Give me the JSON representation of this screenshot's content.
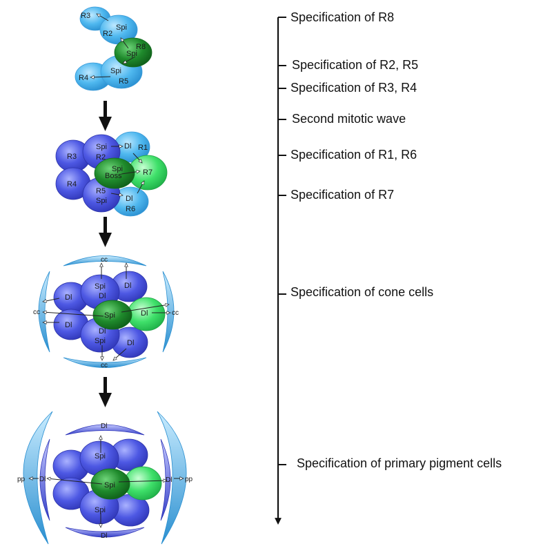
{
  "timeline": {
    "stages": [
      "Specification of R8",
      "Specification of R2, R5",
      "Specification of R3, R4",
      "Second mitotic wave",
      "Specification of R1, R6",
      "Specification of R7",
      "Specification of cone cells",
      "Specification of primary pigment cells"
    ]
  },
  "panel1": {
    "r3": "R3",
    "r2": "R2",
    "r8": "R8",
    "r4": "R4",
    "r5": "R5",
    "spi_a": "Spi",
    "spi_b": "Spi",
    "spi_c": "Spi"
  },
  "panel2": {
    "r3": "R3",
    "r4": "R4",
    "spi_r2": "Spi",
    "r2": "R2",
    "dl_top": "Dl",
    "r1": "R1",
    "spi_mid": "Spi",
    "boss": "Boss",
    "r7": "R7",
    "r5": "R5",
    "spi_r5": "Spi",
    "dl_bot": "Dl",
    "r6": "R6"
  },
  "panel3": {
    "cc_top": "cc",
    "cc_left": "cc",
    "cc_right": "cc",
    "cc_bottom": "cc",
    "spi_top": "Spi",
    "dl_top": "Dl",
    "dl_topright": "Dl",
    "dl_left1": "Dl",
    "dl_left2": "Dl",
    "spi_center": "Spi",
    "dl_green": "Dl",
    "dl_bot": "Dl",
    "spi_bot": "Spi",
    "dl_botright": "Dl"
  },
  "panel4": {
    "dl_top": "Dl",
    "dl_bottom": "Dl",
    "dl_left": "Dl",
    "dl_right": "Dl",
    "pp_left": "pp",
    "pp_right": "pp",
    "spi_top": "Spi",
    "spi_center": "Spi",
    "spi_bot": "Spi"
  },
  "colors": {
    "light_blue": "#4fb8ef",
    "dark_blue": "#4d58e3",
    "dark_green": "#1f8a2c",
    "light_green": "#3fe06a"
  }
}
